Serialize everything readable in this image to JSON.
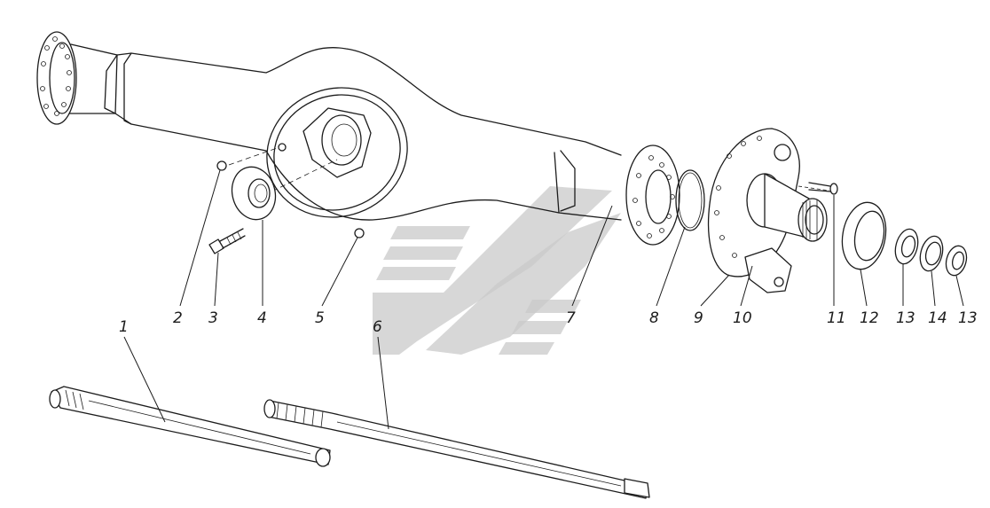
{
  "callouts": [
    "1",
    "2",
    "3",
    "4",
    "5",
    "6",
    "7",
    "8",
    "9",
    "10",
    "11",
    "12",
    "13",
    "14",
    "13"
  ]
}
